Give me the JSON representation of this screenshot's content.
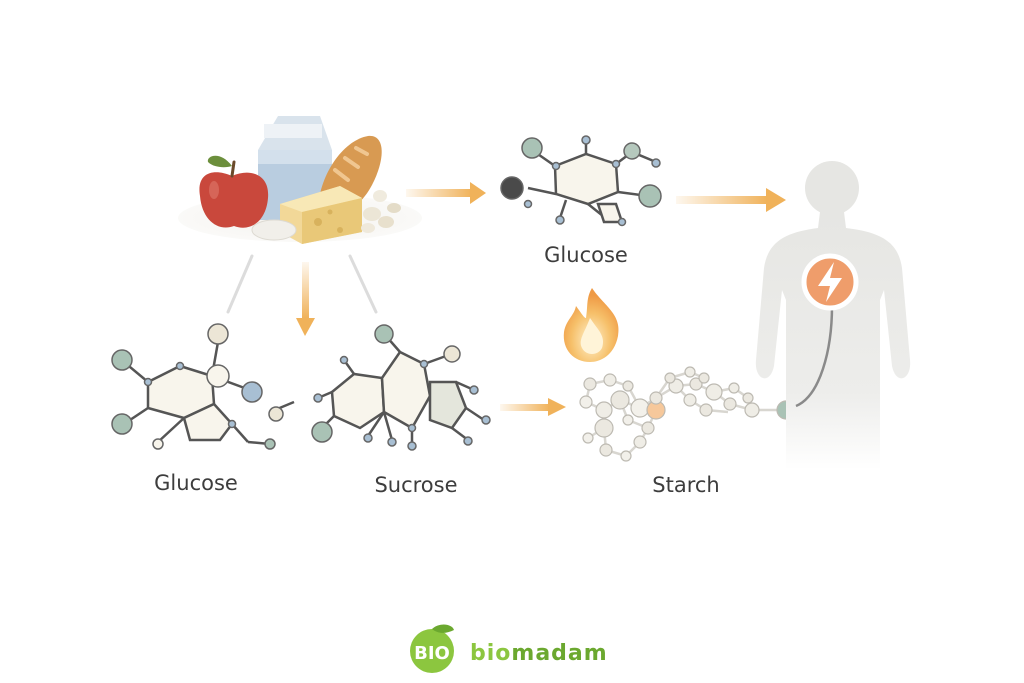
{
  "labels": {
    "glucose_top": "Glucose",
    "glucose_bottom": "Glucose",
    "sucrose": "Sucrose",
    "starch": "Starch"
  },
  "logo": {
    "badge_text": "BIO",
    "brand_part1": "bio",
    "brand_part2": "madam"
  },
  "colors": {
    "arrow": "#f0b25a",
    "logo_green": "#8cc63f",
    "logo_dark_green": "#6ba82f",
    "molecule_stroke": "#555555",
    "molecule_fill": "#f8f5ec",
    "node_sage": "#a9c2b5",
    "node_blue": "#a8bfd3",
    "energy_orange": "#ef9d6b"
  }
}
